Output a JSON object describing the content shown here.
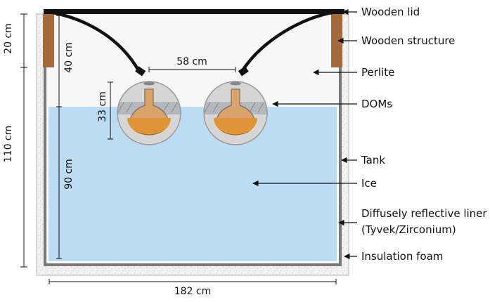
{
  "labels": {
    "wooden_lid": "Wooden lid",
    "wooden_structure": "Wooden structure",
    "perlite": "Perlite",
    "doms": "DOMs",
    "tank": "Tank",
    "ice": "Ice",
    "liner_line1": "Diffusely reflective liner",
    "liner_line2": "(Tyvek/Zirconium)",
    "insulation": "Insulation foam"
  },
  "dimensions": {
    "width": "182 cm",
    "total_height": "110 cm",
    "top_gap": "20 cm",
    "dom_spacing": "58 cm",
    "perlite_depth": "40 cm",
    "ice_depth": "90 cm",
    "dom_diameter": "33 cm"
  },
  "colors": {
    "ice": "#bcdcf3",
    "perlite": "#f7f7f7",
    "wood": "#a56a3a",
    "tank_wall": "#7a7a7a",
    "dom_shell": "#d6d6d6",
    "pmt_orange": "#e0943a",
    "pmt_neck": "#d9a36b",
    "cable": "#111111"
  }
}
